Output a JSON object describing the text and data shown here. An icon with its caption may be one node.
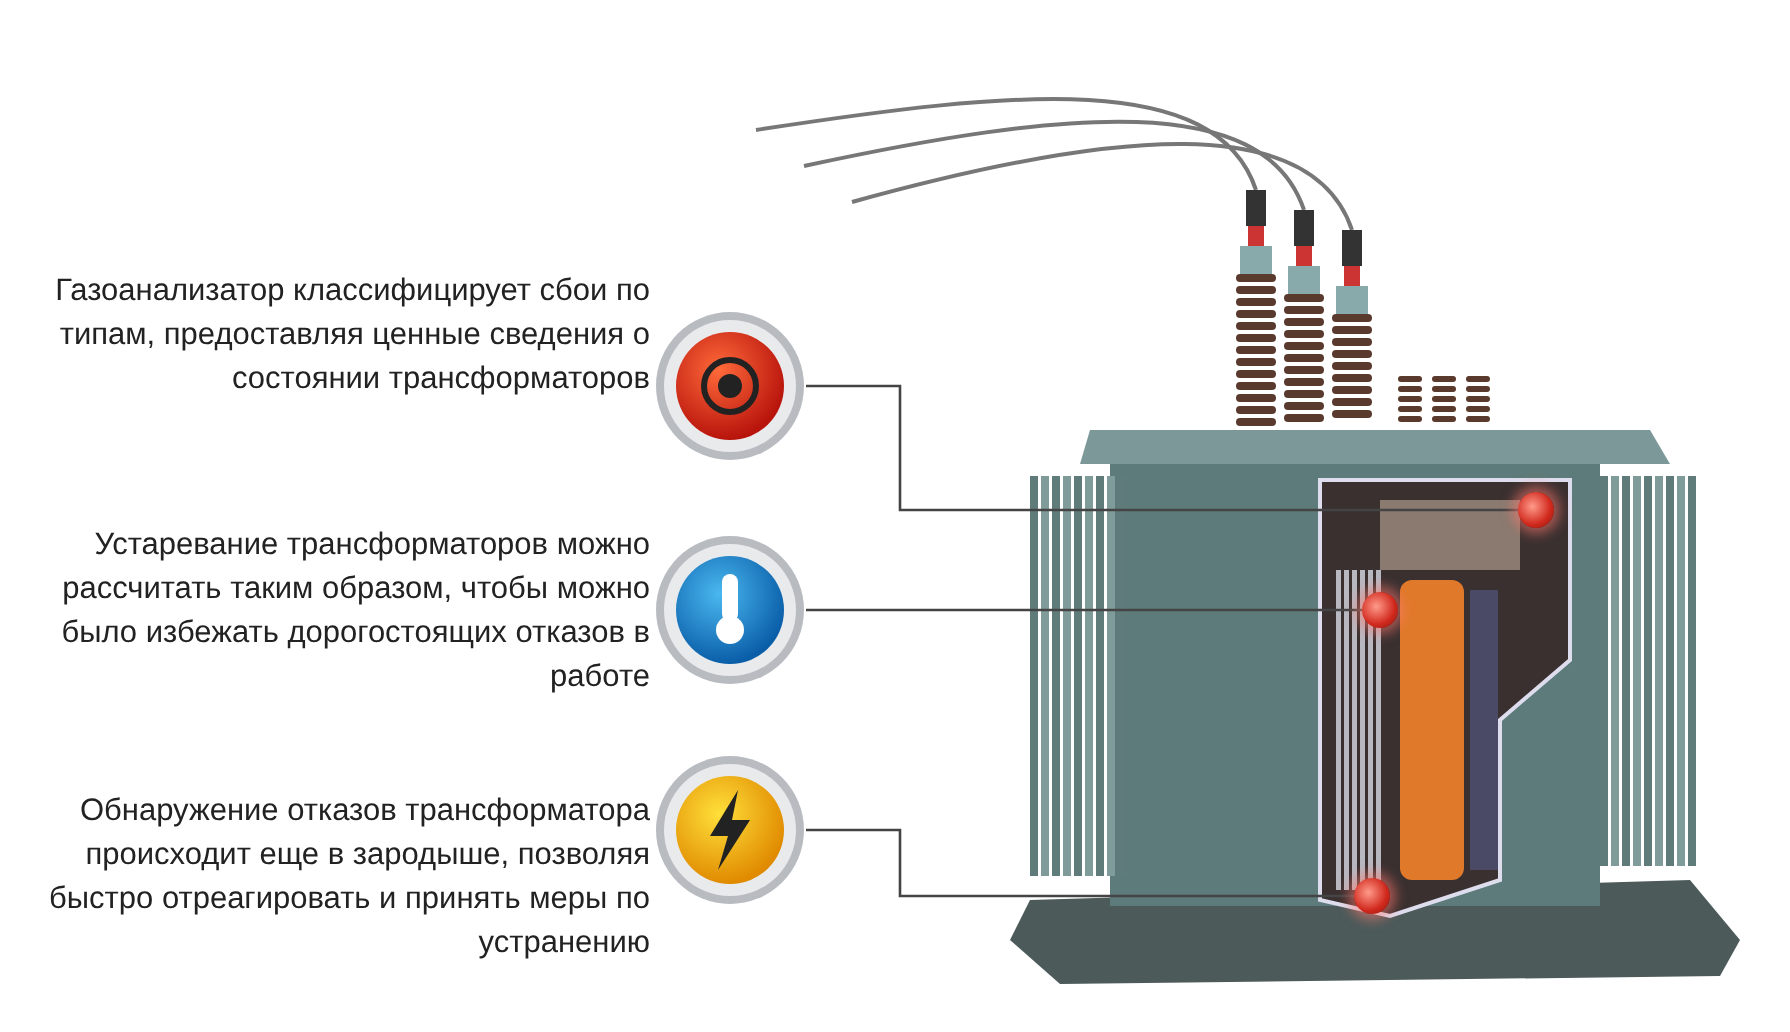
{
  "diagram": {
    "nodes": [
      {
        "text": [],
        "shape": "picture",
        "beside": [
          "Газоанализатор классифицирует сбои по типам, предоставляя ценные сведения о состоянии трансформаторов"
        ]
      },
      {
        "text": [],
        "shape": "circle"
      },
      {
        "text": [],
        "shape": "picture",
        "beside": [
          "Устаревание трансформаторов можно рассчитать таким образом, чтобы можно было избежать дорогостоящих отказов в работе"
        ]
      },
      {
        "text": [],
        "shape": "circle"
      },
      {
        "text": [],
        "shape": "picture",
        "beside": [
          "Обнаружение отказов трансформатора происходит еще в зародыше, позволяя быстро отреагировать и принять меры по устранению"
        ]
      },
      {
        "text": [],
        "shape": "circle"
      }
    ],
    "edges": [
      {
        "from": 0,
        "to": 1,
        "arrow": "none"
      },
      {
        "from": 2,
        "to": 3,
        "arrow": "none"
      },
      {
        "from": 4,
        "to": 5,
        "arrow": "none"
      }
    ]
  }
}
